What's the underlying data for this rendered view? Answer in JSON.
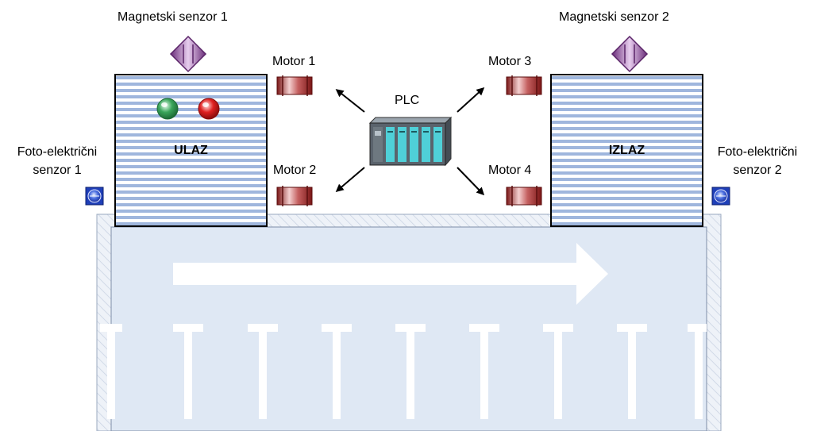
{
  "labels": {
    "magnet_sensor_1": "Magnetski senzor 1",
    "magnet_sensor_2": "Magnetski senzor 2",
    "motor_1": "Motor 1",
    "motor_2": "Motor 2",
    "motor_3": "Motor 3",
    "motor_4": "Motor 4",
    "plc": "PLC",
    "entry_box": "ULAZ",
    "exit_box": "IZLAZ",
    "photo_sensor_1_line1": "Foto-električni",
    "photo_sensor_1_line2": "senzor 1",
    "photo_sensor_2_line1": "Foto-električni",
    "photo_sensor_2_line2": "senzor 2"
  },
  "colors": {
    "box_stripe_blue": "#9fb6dd",
    "box_stripe_white": "#ffffff",
    "area_fill": "#dfe8f4",
    "magnet_sensor": "#9a5ba8",
    "photo_sensor": "#2b4fd0",
    "motor": "#a22a2a",
    "indicator_green": "#3aa55a",
    "indicator_red": "#e02020",
    "plc_module": "#4fd0d8"
  },
  "icons": {
    "magnet_sensor": "purple-diamond-icon",
    "photo_sensor": "blue-sensor-icon",
    "motor": "motor-cylinder-icon",
    "plc": "plc-rack-icon",
    "flow_direction": "right-arrow-icon"
  }
}
